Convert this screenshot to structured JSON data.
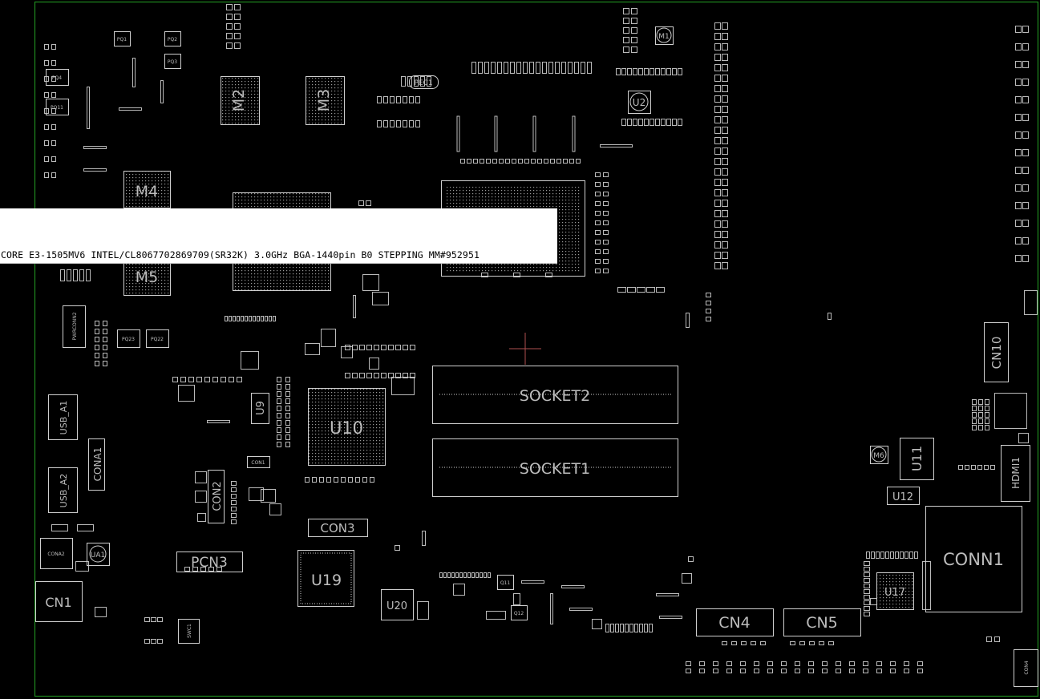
{
  "tooltip": {
    "text": "CORE E3-1505MV6 INTEL/CL8067702869709(SR32K) 3.0GHz BGA-1440pin  B0 STEPPING MM#952951"
  },
  "components": {
    "m1": "M1",
    "m2": "M2",
    "m3": "M3",
    "m4": "M4",
    "m5": "M5",
    "m6": "M6",
    "u2": "U2",
    "u9": "U9",
    "u10": "U10",
    "u11": "U11",
    "u12": "U12",
    "u17": "U17",
    "u19": "U19",
    "u20": "U20",
    "ua1": "UA1",
    "socket1": "SOCKET1",
    "socket2": "SOCKET2",
    "cn1": "CN1",
    "cn4": "CN4",
    "cn5": "CN5",
    "cn10": "CN10",
    "conn1": "CONN1",
    "con1": "CON1",
    "con2": "CON2",
    "con3": "CON3",
    "con4": "CON4",
    "cona1": "CONA1",
    "cona2": "CONA2",
    "pcn3": "PCN3",
    "hdmi1": "HDMI1",
    "usb_a1": "USB_A1",
    "usb_a2": "USB_A2",
    "pec1": "PEC1",
    "pwrconn2": "PWRCONN2",
    "pq23": "PQ23",
    "pq22": "PQ22",
    "pq4": "PQ4",
    "pq1": "PQ1",
    "pq2": "PQ2",
    "pq3": "PQ3",
    "pq11": "PQ11",
    "q11": "Q11",
    "q12": "Q12",
    "swc1": "SWC1"
  },
  "colors": {
    "background": "#000000",
    "outline": "#1f8a1f",
    "silk": "#cfcfcf",
    "tooltip_bg": "#ffffff"
  }
}
